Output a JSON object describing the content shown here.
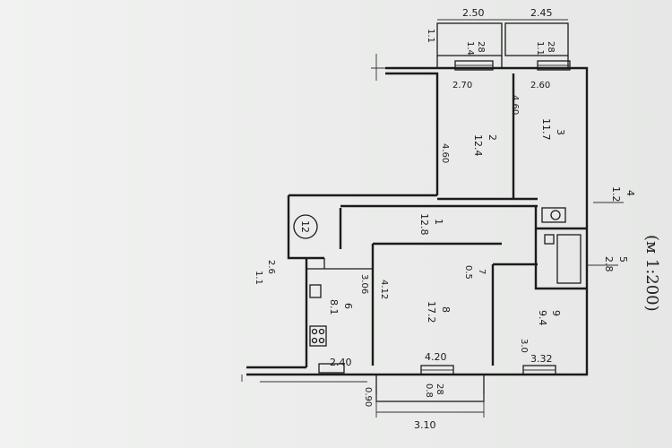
{
  "plan": {
    "scale_note": "(м 1:200)",
    "dims_top": [
      "2.50",
      "2.45"
    ],
    "dims_inner_top": [
      "2.70",
      "2.60"
    ],
    "dims_bottom": [
      "2.40",
      "4.20",
      "3.32"
    ],
    "dim_bottom_outer": "3.10",
    "dim_left_outer": "0.90",
    "wall_dims": [
      "4.60",
      "4.60",
      "3.06",
      "4.12",
      "3.0"
    ],
    "marker_number": "12",
    "rooms": [
      {
        "num": "2",
        "area": "12.4"
      },
      {
        "num": "3",
        "area": "11.7"
      },
      {
        "num": "1",
        "area": "12.8"
      },
      {
        "num": "4",
        "area": "1.2"
      },
      {
        "num": "5",
        "area": "2.8"
      },
      {
        "num": "6",
        "area": "8.1"
      },
      {
        "num": "7",
        "area": "0.5"
      },
      {
        "num": "8",
        "area": "17.2"
      },
      {
        "num": "9",
        "area": "9.4"
      }
    ],
    "balconies": [
      {
        "area_top": "28",
        "area_bottom": "1.4"
      },
      {
        "area_top": "28",
        "area_bottom": "1.1"
      },
      {
        "area_top": "28",
        "area_bottom": "0.8"
      }
    ],
    "misc": [
      "1.1",
      "2.6",
      "1.1"
    ]
  }
}
